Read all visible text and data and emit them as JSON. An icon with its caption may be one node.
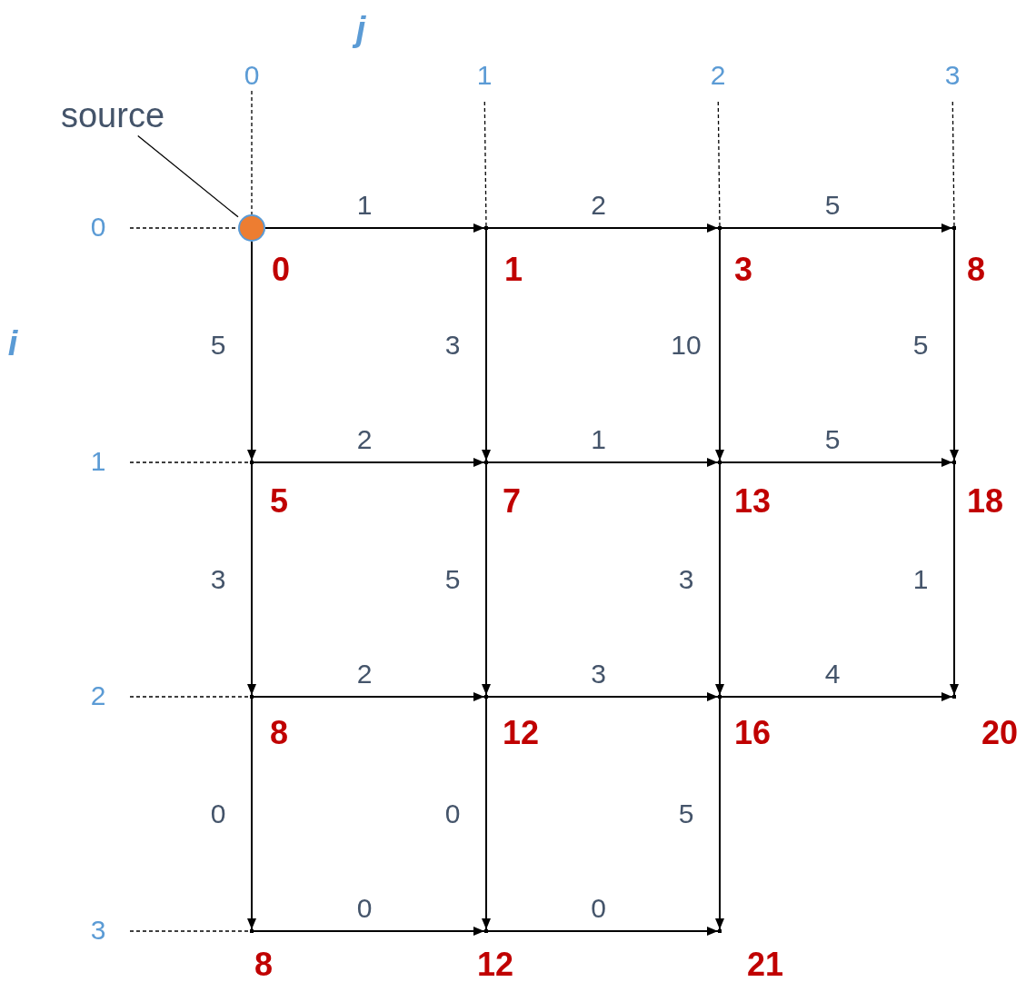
{
  "diagram": {
    "nodes": [
      {
        "text": [
          "source"
        ]
      },
      {
        "text": [],
        "shape": "circle",
        "beside": [
          "0"
        ]
      },
      {
        "text": [],
        "shape": "point",
        "beside": [
          "1"
        ]
      },
      {
        "text": [],
        "shape": "point",
        "beside": [
          "3"
        ]
      },
      {
        "text": [],
        "shape": "point",
        "beside": [
          "8"
        ]
      },
      {
        "text": [],
        "shape": "point",
        "beside": [
          "5"
        ]
      },
      {
        "text": [],
        "shape": "point",
        "beside": [
          "7"
        ]
      },
      {
        "text": [],
        "shape": "point",
        "beside": [
          "13"
        ]
      },
      {
        "text": [],
        "shape": "point",
        "beside": [
          "18"
        ]
      },
      {
        "text": [],
        "shape": "point",
        "beside": [
          "8"
        ]
      },
      {
        "text": [],
        "shape": "point",
        "beside": [
          "12"
        ]
      },
      {
        "text": [],
        "shape": "point",
        "beside": [
          "16"
        ]
      },
      {
        "text": [],
        "shape": "point",
        "beside": [
          "20"
        ]
      },
      {
        "text": [],
        "shape": "point",
        "beside": [
          "8"
        ]
      },
      {
        "text": [],
        "shape": "point",
        "beside": [
          "12"
        ]
      },
      {
        "text": [],
        "shape": "point",
        "beside": [
          "21"
        ]
      },
      {
        "text": [
          "0"
        ]
      },
      {
        "text": [
          "1"
        ]
      },
      {
        "text": [
          "2"
        ]
      },
      {
        "text": [
          "3"
        ]
      },
      {
        "text": [
          "0"
        ]
      },
      {
        "text": [
          "1"
        ]
      },
      {
        "text": [
          "2"
        ]
      },
      {
        "text": [
          "3"
        ]
      }
    ],
    "edges": [
      {
        "from": 0,
        "to": 1,
        "arrow": "none"
      },
      {
        "from": 1,
        "to": 2,
        "arrow": "to",
        "label": "1"
      },
      {
        "from": 2,
        "to": 3,
        "arrow": "to",
        "label": "2"
      },
      {
        "from": 3,
        "to": 4,
        "arrow": "to",
        "label": "5"
      },
      {
        "from": 1,
        "to": 5,
        "arrow": "to",
        "label": "5"
      },
      {
        "from": 2,
        "to": 6,
        "arrow": "to",
        "label": "3"
      },
      {
        "from": 3,
        "to": 7,
        "arrow": "to",
        "label": "10"
      },
      {
        "from": 4,
        "to": 8,
        "arrow": "to",
        "label": "5"
      },
      {
        "from": 5,
        "to": 6,
        "arrow": "to",
        "label": "2"
      },
      {
        "from": 6,
        "to": 7,
        "arrow": "to",
        "label": "1"
      },
      {
        "from": 7,
        "to": 8,
        "arrow": "to",
        "label": "5"
      },
      {
        "from": 5,
        "to": 9,
        "arrow": "to",
        "label": "3"
      },
      {
        "from": 6,
        "to": 10,
        "arrow": "to",
        "label": "5"
      },
      {
        "from": 7,
        "to": 11,
        "arrow": "to",
        "label": "3"
      },
      {
        "from": 8,
        "to": 12,
        "arrow": "to",
        "label": "1"
      },
      {
        "from": 9,
        "to": 10,
        "arrow": "to",
        "label": "2"
      },
      {
        "from": 10,
        "to": 11,
        "arrow": "to",
        "label": "3"
      },
      {
        "from": 11,
        "to": 12,
        "arrow": "to",
        "label": "4"
      },
      {
        "from": 9,
        "to": 13,
        "arrow": "to",
        "label": "0"
      },
      {
        "from": 10,
        "to": 14,
        "arrow": "to",
        "label": "0"
      },
      {
        "from": 11,
        "to": 15,
        "arrow": "to",
        "label": "5"
      },
      {
        "from": 13,
        "to": 14,
        "arrow": "to",
        "label": "0"
      },
      {
        "from": 14,
        "to": 15,
        "arrow": "to",
        "label": "0"
      },
      {
        "from": 16,
        "to": 1,
        "arrow": "none",
        "style": "dashed"
      },
      {
        "from": 17,
        "to": 2,
        "arrow": "none",
        "style": "dashed"
      },
      {
        "from": 18,
        "to": 3,
        "arrow": "none",
        "style": "dashed"
      },
      {
        "from": 19,
        "to": 4,
        "arrow": "none",
        "style": "dashed"
      },
      {
        "from": 20,
        "to": 1,
        "arrow": "none",
        "style": "dashed"
      },
      {
        "from": 21,
        "to": 5,
        "arrow": "none",
        "style": "dashed"
      },
      {
        "from": 22,
        "to": 9,
        "arrow": "none",
        "style": "dashed"
      },
      {
        "from": 23,
        "to": 13,
        "arrow": "none",
        "style": "dashed"
      }
    ],
    "labels": [
      "j",
      "i"
    ]
  }
}
